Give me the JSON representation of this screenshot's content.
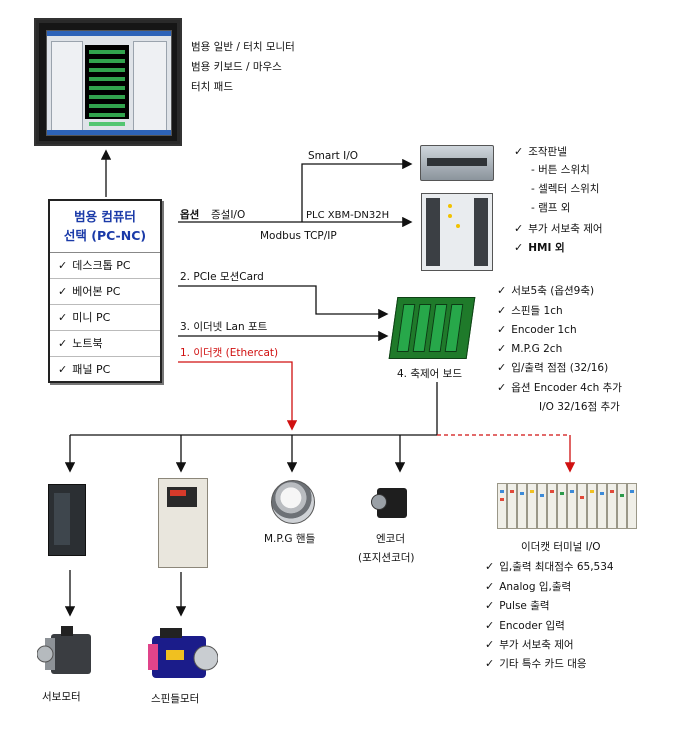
{
  "top_right_labels": [
    "범용 일반 / 터치 모니터",
    "범용 키보드 / 마우스",
    "터치 패드"
  ],
  "pc_box": {
    "title_line1": "범용 컴퓨터",
    "title_line2": "선택 (PC-NC)",
    "items": [
      "데스크톱 PC",
      "베어본 PC",
      "미니 PC",
      "노트북",
      "패널 PC"
    ]
  },
  "connections": {
    "smart_io": "Smart I/O",
    "option": "옵션",
    "expand_io": "증설I/O",
    "plc": "PLC XBM-DN32H",
    "modbus": "Modbus TCP/IP",
    "pcie": "2. PCIe 모션Card",
    "lan": "3. 이더넷 Lan 포트",
    "ethercat": "1. 이더캣 (Ethercat)"
  },
  "panel_features": [
    "조작판넬",
    "- 버튼 스위치",
    "- 셀렉터 스위치",
    "- 램프 외",
    "부가 서보축 제어",
    "HMI 외"
  ],
  "board_label": "4. 축제어 보드",
  "board_features": [
    "서보5축 (옵션9축)",
    "스핀들 1ch",
    "Encoder 1ch",
    "M.P.G 2ch",
    "입/출력 점점 (32/16)",
    "옵션 Encoder 4ch 추가",
    "I/O 32/16점 추가"
  ],
  "bottom_labels": {
    "mpg": "M.P.G 핸들",
    "encoder_line1": "엔코더",
    "encoder_line2": "(포지션코더)",
    "terminal": "이더캣 터미널 I/O",
    "servo_motor": "서보모터",
    "spindle_motor": "스핀들모터"
  },
  "terminal_features": [
    "입,출력 최대점수 65,534",
    "Analog 입,출력",
    "Pulse 출력",
    "Encoder 입력",
    "부가 서보축 제어",
    "기타 특수 카드 대응"
  ],
  "check_mark": "✓",
  "colors": {
    "title_blue": "#1a3aa8",
    "ethercat_red": "#d01010",
    "line": "#111111"
  }
}
